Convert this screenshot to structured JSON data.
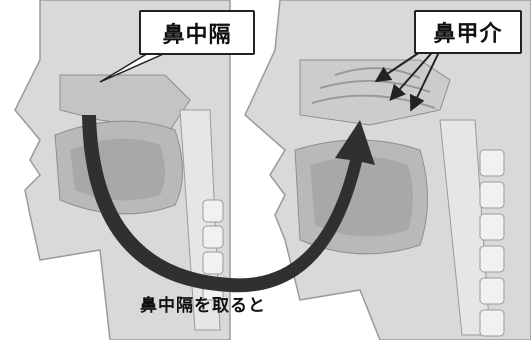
{
  "labels": {
    "septum": "鼻中隔",
    "turbinate": "鼻甲介"
  },
  "caption": "鼻中隔を取ると",
  "colors": {
    "tissue_light": "#dcdcdc",
    "tissue_mid": "#c6c6c6",
    "tissue_dark": "#a6a6a6",
    "outline": "#8a8a8a",
    "arrow": "#303030"
  }
}
